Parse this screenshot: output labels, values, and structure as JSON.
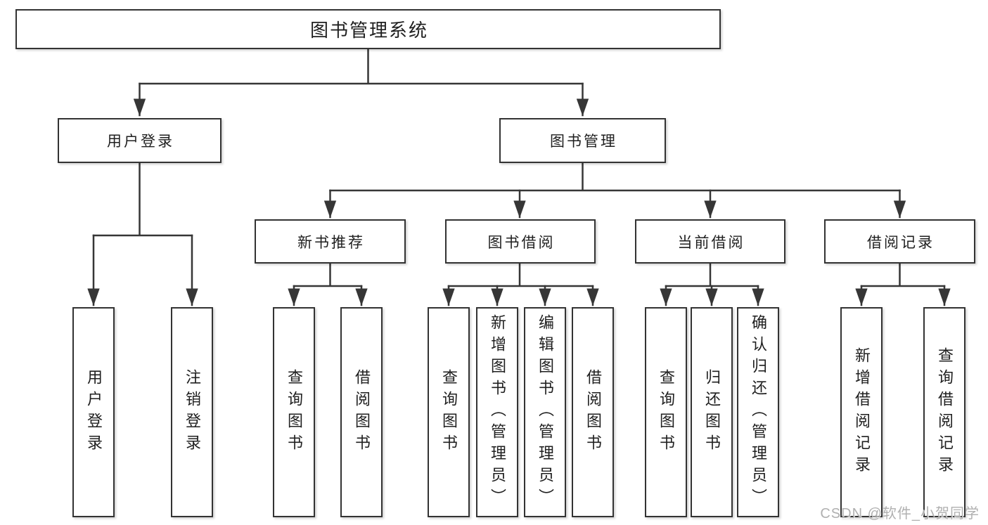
{
  "title": "图书管理系统",
  "tree": {
    "root": {
      "label": "图书管理系统"
    },
    "level1": [
      {
        "id": "user-login",
        "label": "用户登录"
      },
      {
        "id": "book-management",
        "label": "图书管理"
      }
    ],
    "level2": [
      {
        "id": "new-book-recommend",
        "label": "新书推荐",
        "parent": "图书管理"
      },
      {
        "id": "book-borrowing",
        "label": "图书借阅",
        "parent": "图书管理"
      },
      {
        "id": "current-borrowing",
        "label": "当前借阅",
        "parent": "图书管理"
      },
      {
        "id": "borrowing-records",
        "label": "借阅记录",
        "parent": "图书管理"
      }
    ],
    "leaves": [
      {
        "label": "用户登录",
        "parent": "用户登录"
      },
      {
        "label": "注销登录",
        "parent": "用户登录"
      },
      {
        "label": "查询图书",
        "parent": "新书推荐"
      },
      {
        "label": "借阅图书",
        "parent": "新书推荐"
      },
      {
        "label": "查询图书",
        "parent": "图书借阅"
      },
      {
        "label": "新增图书（管理员）",
        "parent": "图书借阅"
      },
      {
        "label": "编辑图书（管理员）",
        "parent": "图书借阅"
      },
      {
        "label": "借阅图书",
        "parent": "图书借阅"
      },
      {
        "label": "查询图书",
        "parent": "当前借阅"
      },
      {
        "label": "归还图书",
        "parent": "当前借阅"
      },
      {
        "label": "确认归还（管理员）",
        "parent": "当前借阅"
      },
      {
        "label": "新增借阅记录",
        "parent": "借阅记录"
      },
      {
        "label": "查询借阅记录",
        "parent": "借阅记录"
      }
    ]
  },
  "watermark": "CSDN @软件_小贺同学",
  "colors": {
    "line": "#363636",
    "box_border": "#333333",
    "box_fill": "#ffffff",
    "text": "#1f1f1f",
    "watermark": "#b0b0b0",
    "background": "#ffffff"
  }
}
